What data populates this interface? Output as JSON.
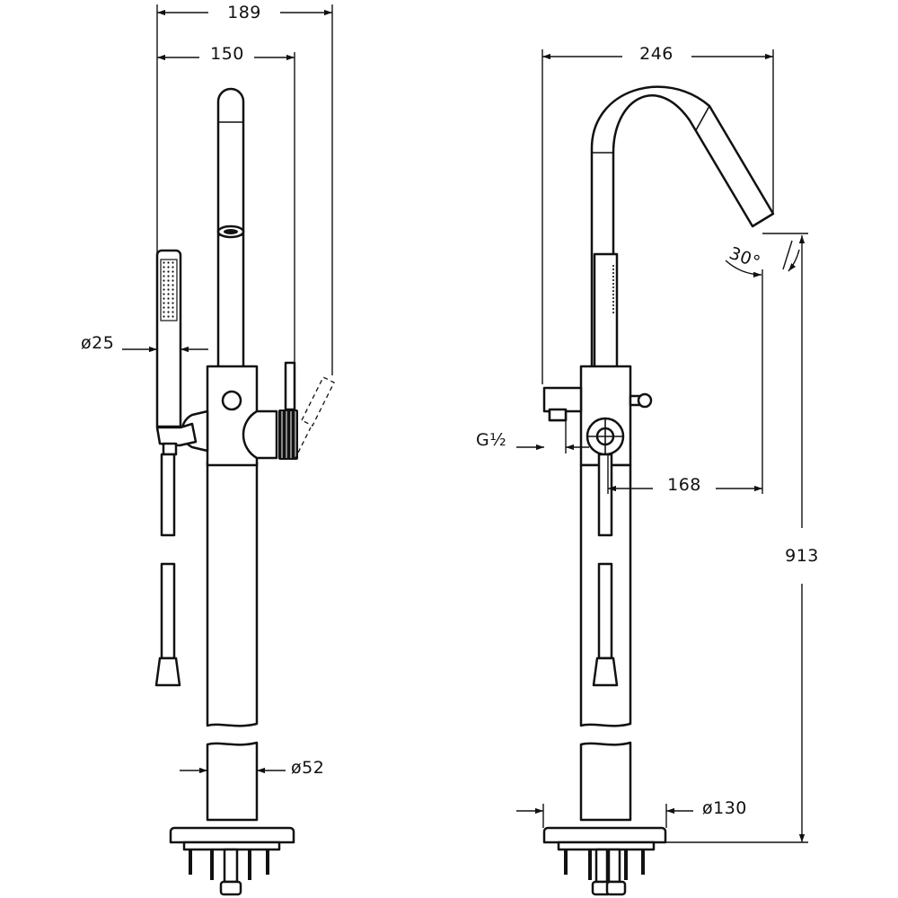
{
  "dimensions": {
    "overall_width_left": "189",
    "spout_reach_left": "150",
    "handshower_diameter": "ø25",
    "column_diameter": "ø52",
    "overall_width_right": "246",
    "spout_angle": "30°",
    "inlet_thread_prefix": "G",
    "inlet_thread_fraction": "½",
    "outlet_reach": "168",
    "overall_height": "913",
    "base_diameter": "ø130"
  }
}
